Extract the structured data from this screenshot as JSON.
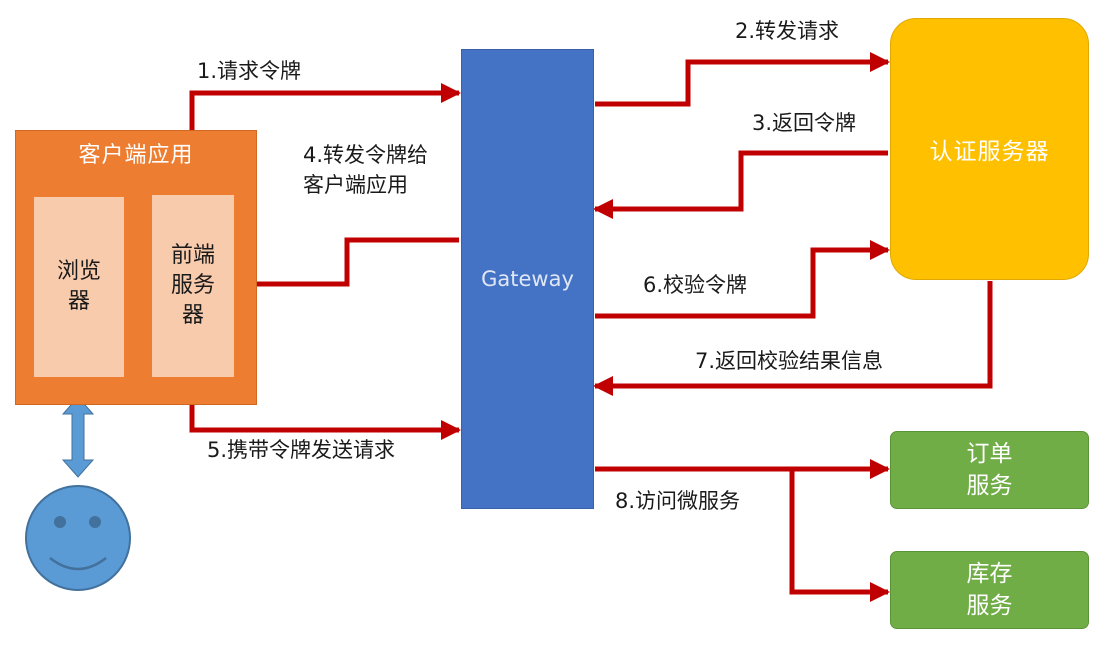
{
  "client": {
    "title": "客户端应用",
    "browser": "浏览\n器",
    "frontend": "前端\n服务\n器"
  },
  "gateway": {
    "label": "Gateway"
  },
  "auth": {
    "label": "认证服务器"
  },
  "services": {
    "order": "订单\n服务",
    "stock": "库存\n服务"
  },
  "steps": {
    "s1": "1.请求令牌",
    "s2": "2.转发请求",
    "s3": "3.返回令牌",
    "s4": "4.转发令牌给\n客户端应用",
    "s5": "5.携带令牌发送请求",
    "s6": "6.校验令牌",
    "s7": "7.返回校验结果信息",
    "s8": "8.访问微服务"
  },
  "colors": {
    "client": "#ed7d31",
    "inner": "#f8cbad",
    "gateway": "#4472c4",
    "auth": "#ffc000",
    "service": "#70ad47",
    "arrow": "#c00000",
    "user": "#5b9bd5"
  }
}
